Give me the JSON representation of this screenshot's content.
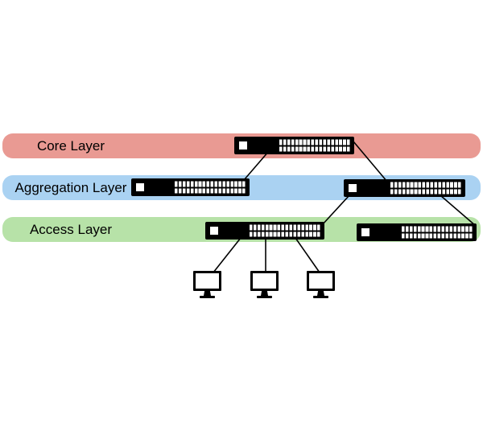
{
  "layers": [
    {
      "label": "Core Layer",
      "color": "#E99A93",
      "devices": [
        "core-switch"
      ]
    },
    {
      "label": "Aggregation Layer",
      "color": "#AAD2F2",
      "devices": [
        "aggregation-switch-left",
        "aggregation-switch-right"
      ]
    },
    {
      "label": "Access Layer",
      "color": "#B7E2A8",
      "devices": [
        "access-switch-left",
        "access-switch-right"
      ]
    }
  ],
  "endpoints": [
    "pc-1",
    "pc-2",
    "pc-3"
  ],
  "connections": [
    {
      "from": "core-switch",
      "to": "aggregation-switch-left"
    },
    {
      "from": "core-switch",
      "to": "aggregation-switch-right"
    },
    {
      "from": "aggregation-switch-right",
      "to": "access-switch-left"
    },
    {
      "from": "aggregation-switch-right",
      "to": "access-switch-right"
    },
    {
      "from": "access-switch-left",
      "to": "pc-1"
    },
    {
      "from": "access-switch-left",
      "to": "pc-2"
    },
    {
      "from": "access-switch-left",
      "to": "pc-3"
    }
  ],
  "colors": {
    "background": "#FFFFFF",
    "line": "#000000",
    "switch_body": "#000000",
    "text": "#000000"
  }
}
